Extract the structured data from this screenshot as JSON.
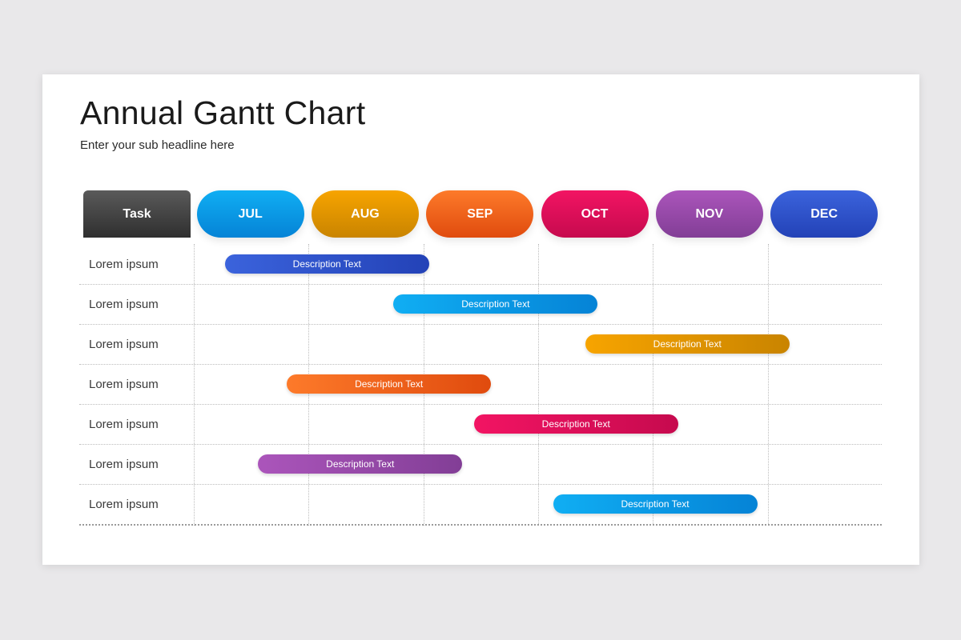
{
  "title": "Annual Gantt Chart",
  "subtitle": "Enter your sub headline here",
  "chart_data": {
    "type": "gantt",
    "task_header": "Task",
    "months": [
      "JUL",
      "AUG",
      "SEP",
      "OCT",
      "NOV",
      "DEC"
    ],
    "month_colors": [
      [
        "#10aef3",
        "#0583d6"
      ],
      [
        "#f7a400",
        "#c98400"
      ],
      [
        "#fd7a2a",
        "#e04b0e"
      ],
      [
        "#f21463",
        "#c60a4e"
      ],
      [
        "#ab55bb",
        "#823e96"
      ],
      [
        "#3b63dc",
        "#2342b7"
      ]
    ],
    "tasks": [
      {
        "label": "Lorem ipsum",
        "bar_text": "Description Text",
        "start": 0.27,
        "end": 2.05,
        "colors": [
          "#3b63dc",
          "#2342b7"
        ]
      },
      {
        "label": "Lorem ipsum",
        "bar_text": "Description Text",
        "start": 1.74,
        "end": 3.52,
        "colors": [
          "#10aef3",
          "#0583d6"
        ]
      },
      {
        "label": "Lorem ipsum",
        "bar_text": "Description Text",
        "start": 3.41,
        "end": 5.19,
        "colors": [
          "#f7a400",
          "#c98400"
        ]
      },
      {
        "label": "Lorem ipsum",
        "bar_text": "Description Text",
        "start": 0.81,
        "end": 2.59,
        "colors": [
          "#fd7a2a",
          "#e04b0e"
        ]
      },
      {
        "label": "Lorem ipsum",
        "bar_text": "Description Text",
        "start": 2.44,
        "end": 4.22,
        "colors": [
          "#f21463",
          "#c60a4e"
        ]
      },
      {
        "label": "Lorem ipsum",
        "bar_text": "Description Text",
        "start": 0.56,
        "end": 2.34,
        "colors": [
          "#ab55bb",
          "#823e96"
        ]
      },
      {
        "label": "Lorem ipsum",
        "bar_text": "Description Text",
        "start": 3.13,
        "end": 4.91,
        "colors": [
          "#10aef3",
          "#0583d6"
        ]
      }
    ]
  }
}
